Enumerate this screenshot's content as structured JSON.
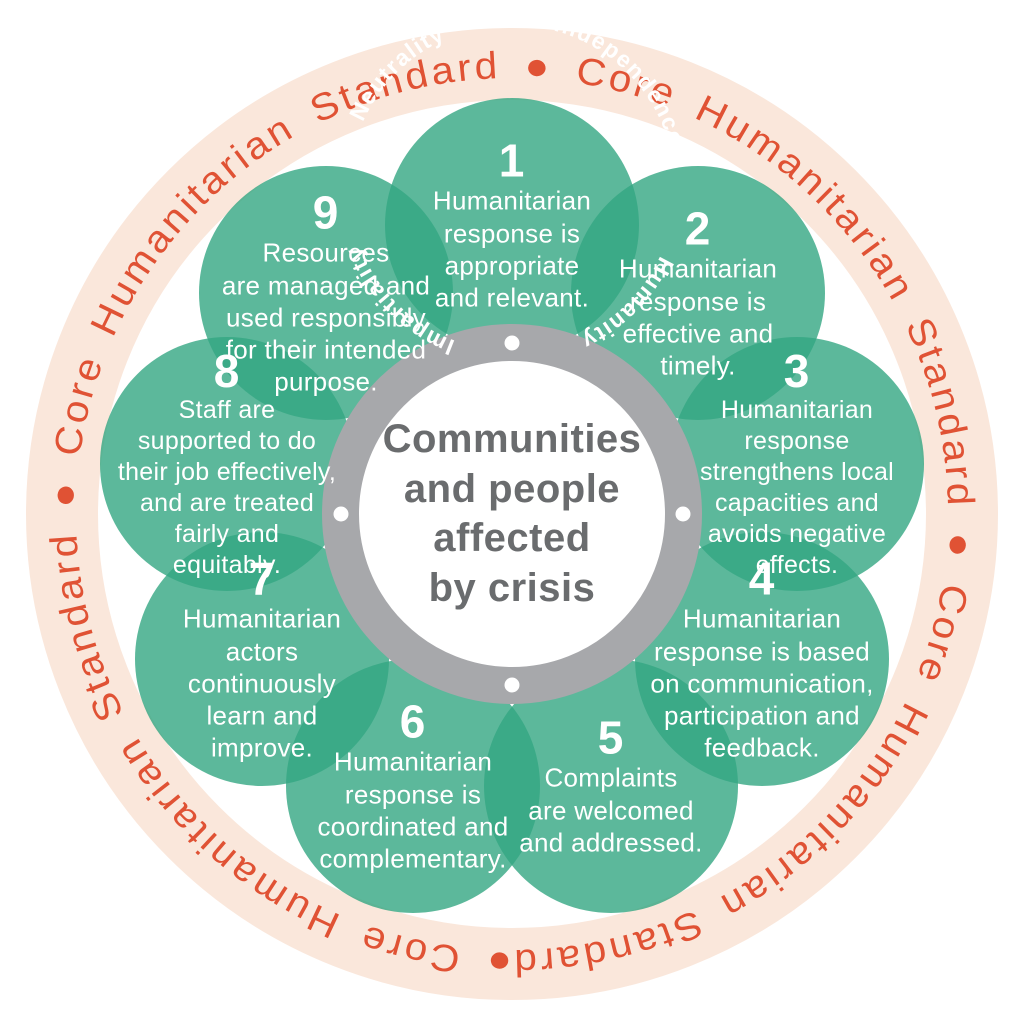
{
  "title": "Core Humanitarian Standard",
  "outer_ring": {
    "phrase": "Core Humanitarian Standard",
    "separator": "●",
    "repetitions": 4,
    "full_text": "● Core Humanitarian Standard ● Core Humanitarian Standard ● Core Humanitarian Standard ● Core Humanitarian Standard ",
    "text_color": "#e05234",
    "band_color": "#fae7db"
  },
  "principles_ring": {
    "labels": [
      "Humanity",
      "Impartiality",
      "Neutrality",
      "Independence"
    ],
    "ring_color": "#a7a8ab",
    "label_color": "#ffffff",
    "dot_color": "#ffffff"
  },
  "center": {
    "text": "Communities\nand people\naffected\nby crisis",
    "text_color": "#6a6c6e",
    "background": "#ffffff"
  },
  "colors": {
    "commitment_green": "rgba(51,166,130,0.8)",
    "commitment_text": "#ffffff"
  },
  "commitments": [
    {
      "number": "1",
      "text": "Humanitarian\nresponse is\nappropriate\nand relevant."
    },
    {
      "number": "2",
      "text": "Humanitarian\nresponse is\neffective and\ntimely."
    },
    {
      "number": "3",
      "text": "Humanitarian\nresponse\nstrengthens local\ncapacities and\navoids negative\neffects."
    },
    {
      "number": "4",
      "text": "Humanitarian\nresponse is based\non communication,\nparticipation and\nfeedback."
    },
    {
      "number": "5",
      "text": "Complaints\nare welcomed\nand addressed."
    },
    {
      "number": "6",
      "text": "Humanitarian\nresponse is\ncoordinated and\ncomplementary."
    },
    {
      "number": "7",
      "text": "Humanitarian\nactors\ncontinuously\nlearn and\nimprove."
    },
    {
      "number": "8",
      "text": "Staff are\nsupported to do\ntheir job effectively,\nand are treated\nfairly and\nequitably."
    },
    {
      "number": "9",
      "text": "Resources\nare managed and\nused responsibly\nfor their intended\npurpose."
    }
  ]
}
